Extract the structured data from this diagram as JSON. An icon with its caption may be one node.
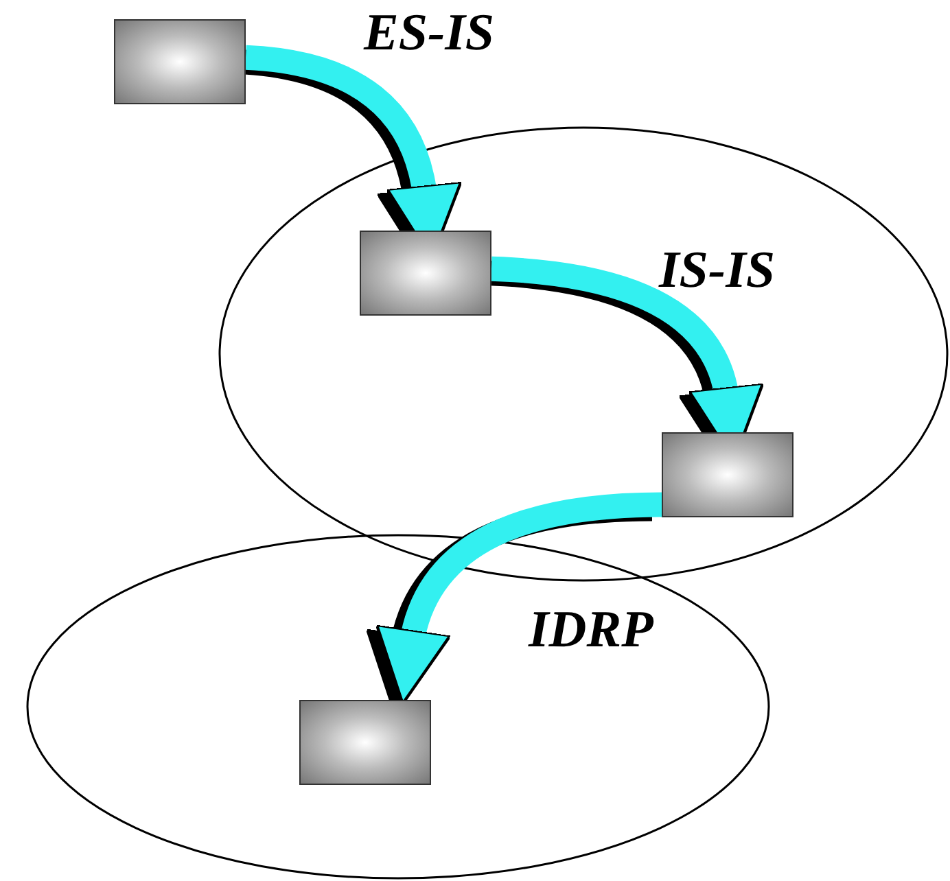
{
  "diagram": {
    "nodes": [
      {
        "text": [],
        "shape": "box"
      },
      {
        "text": [],
        "shape": "box"
      },
      {
        "text": [],
        "shape": "box"
      },
      {
        "text": [],
        "shape": "box"
      }
    ],
    "edges": [
      {
        "from": 0,
        "to": 1,
        "arrow": "to",
        "label": "ES-IS"
      },
      {
        "from": 1,
        "to": 2,
        "arrow": "to",
        "label": "IS-IS"
      },
      {
        "from": 2,
        "to": 3,
        "arrow": "to",
        "label": "IDRP"
      }
    ]
  }
}
